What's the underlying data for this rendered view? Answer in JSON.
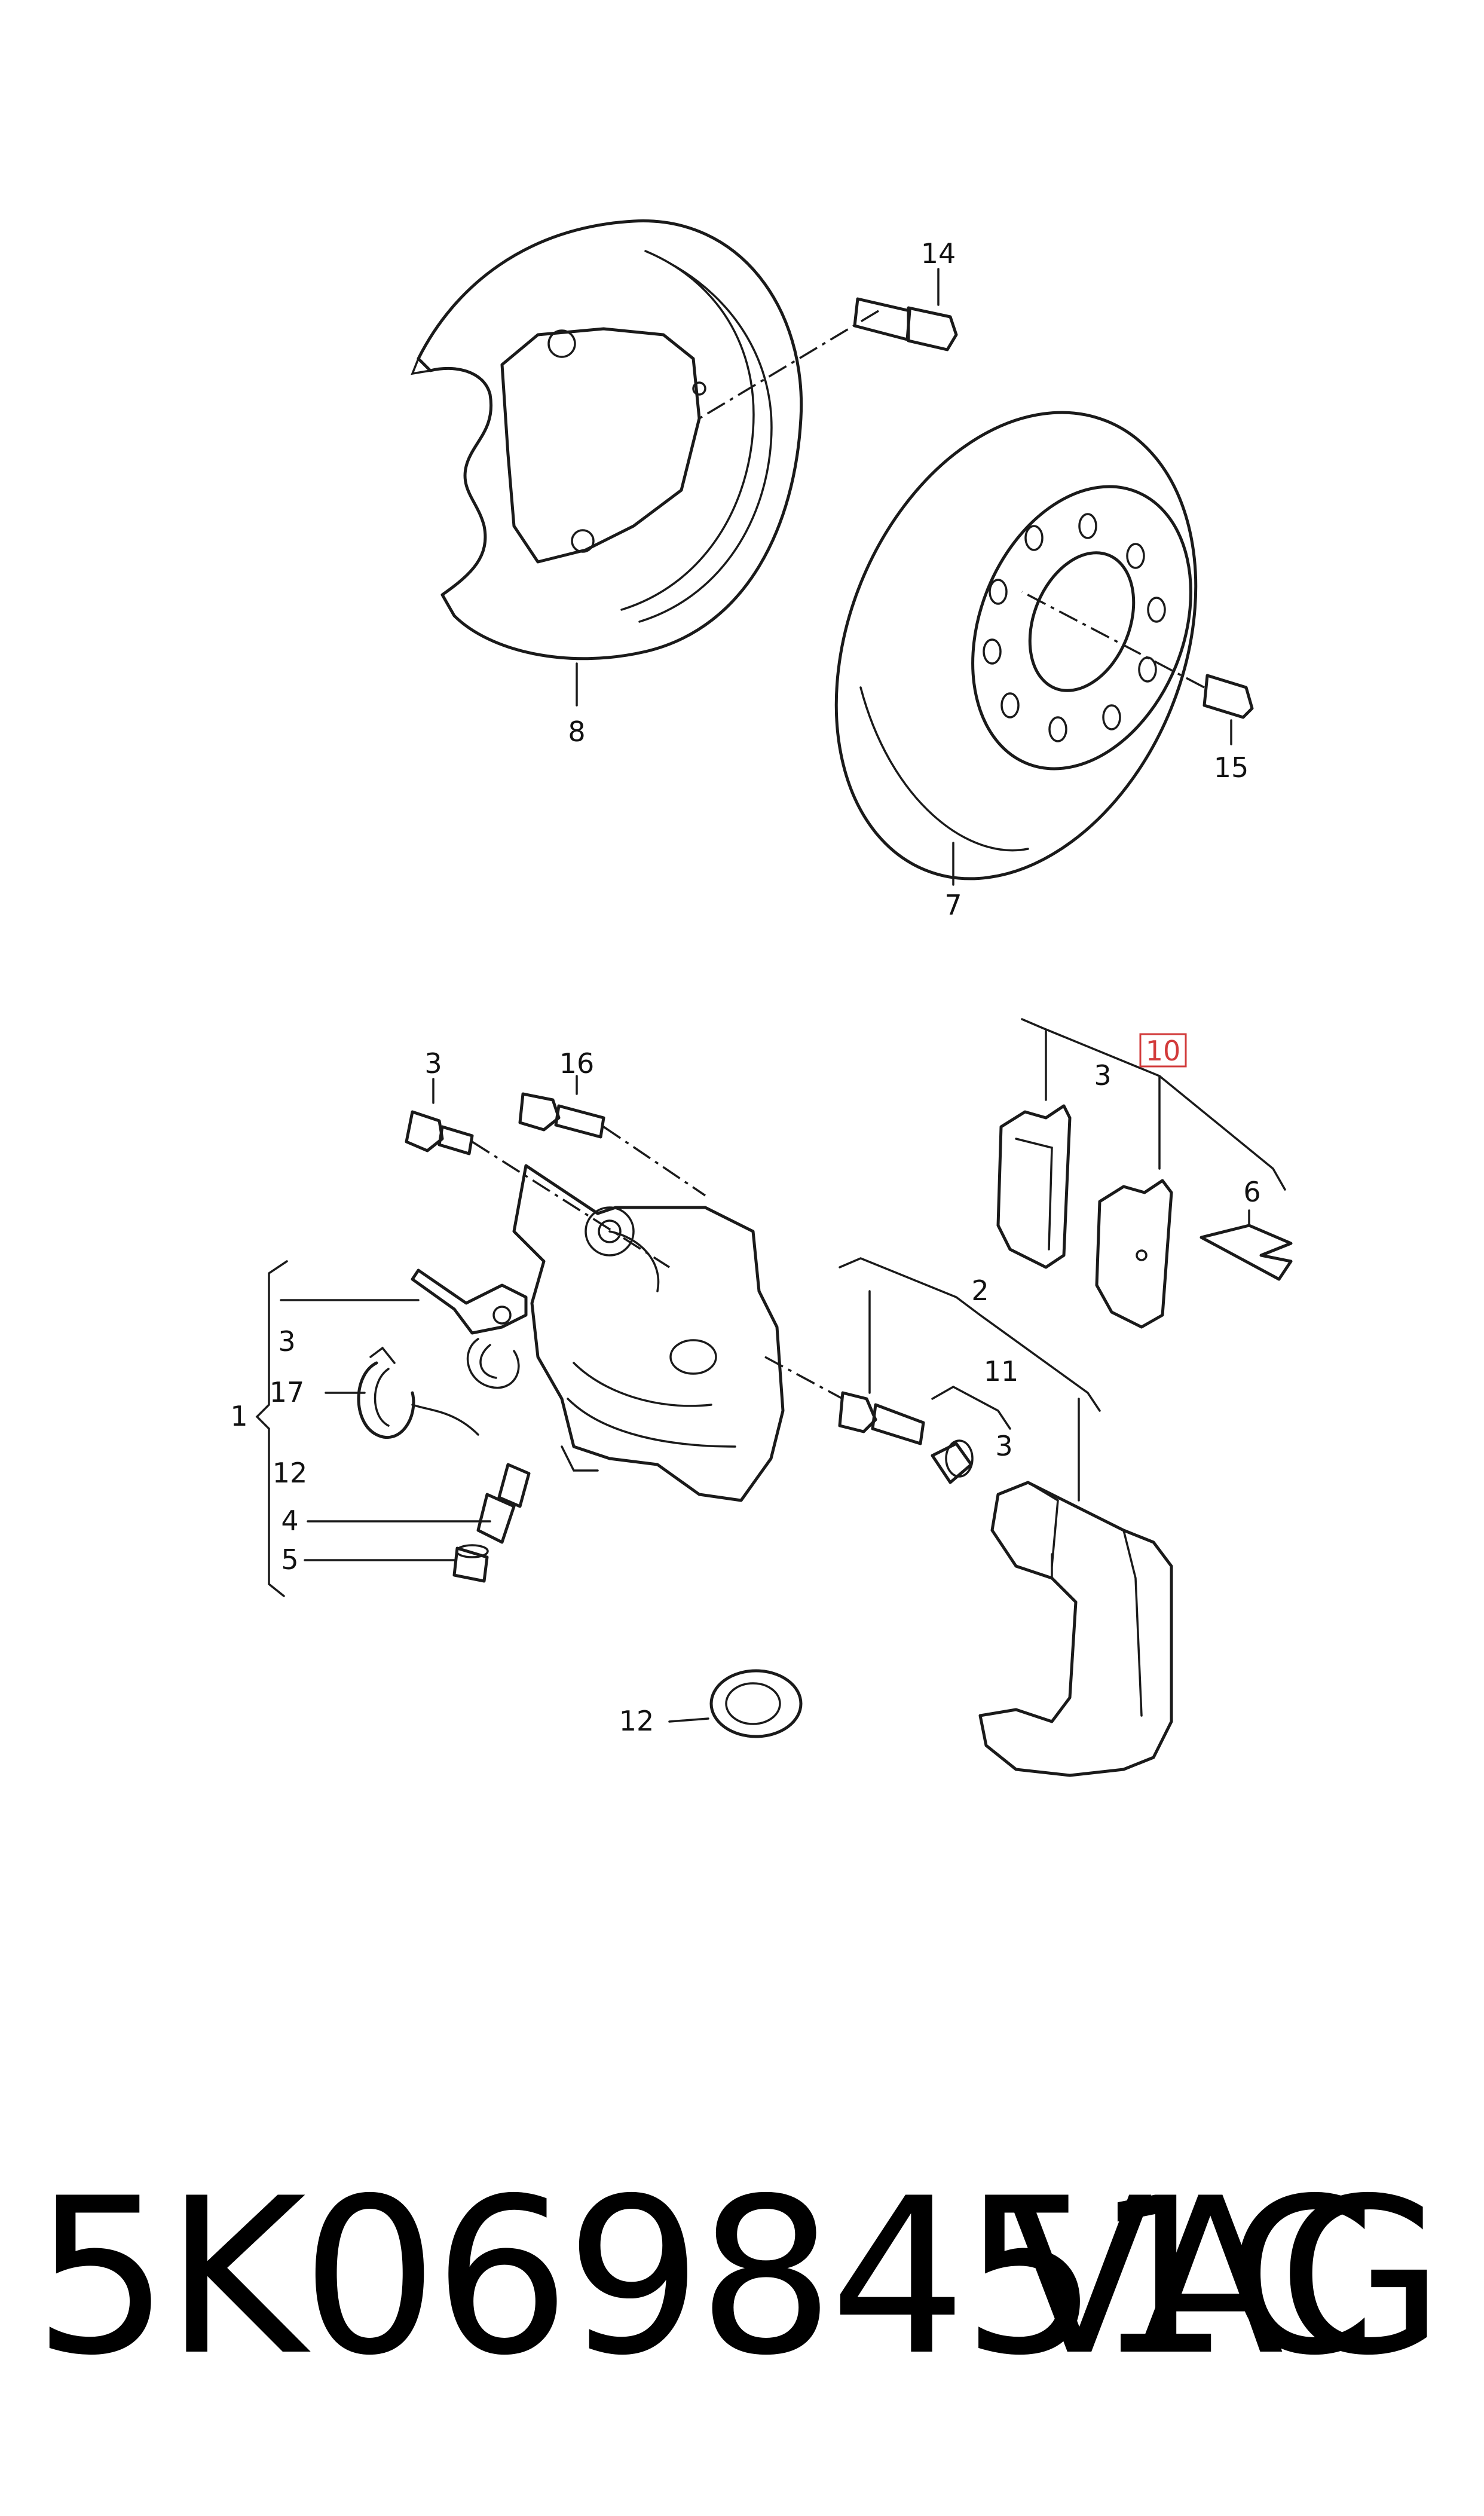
{
  "diagram": {
    "callouts": [
      {
        "id": "c14",
        "text": "14"
      },
      {
        "id": "c8",
        "text": "8"
      },
      {
        "id": "c15",
        "text": "15"
      },
      {
        "id": "c7",
        "text": "7"
      },
      {
        "id": "c3a",
        "text": "3"
      },
      {
        "id": "c16",
        "text": "16"
      },
      {
        "id": "c10",
        "text": "10"
      },
      {
        "id": "c3b",
        "text": "3"
      },
      {
        "id": "c6",
        "text": "6"
      },
      {
        "id": "c2",
        "text": "2"
      },
      {
        "id": "c11",
        "text": "11"
      },
      {
        "id": "c3c",
        "text": "3"
      },
      {
        "id": "c3d",
        "text": "3"
      },
      {
        "id": "c17",
        "text": "17"
      },
      {
        "id": "c1",
        "text": "1"
      },
      {
        "id": "c12a",
        "text": "12"
      },
      {
        "id": "c4",
        "text": "4"
      },
      {
        "id": "c5",
        "text": "5"
      },
      {
        "id": "c12b",
        "text": "12"
      }
    ],
    "highlight_color": "#d23a3a"
  },
  "footer": {
    "part_number": "5K0698451C",
    "brand": "VAG"
  }
}
